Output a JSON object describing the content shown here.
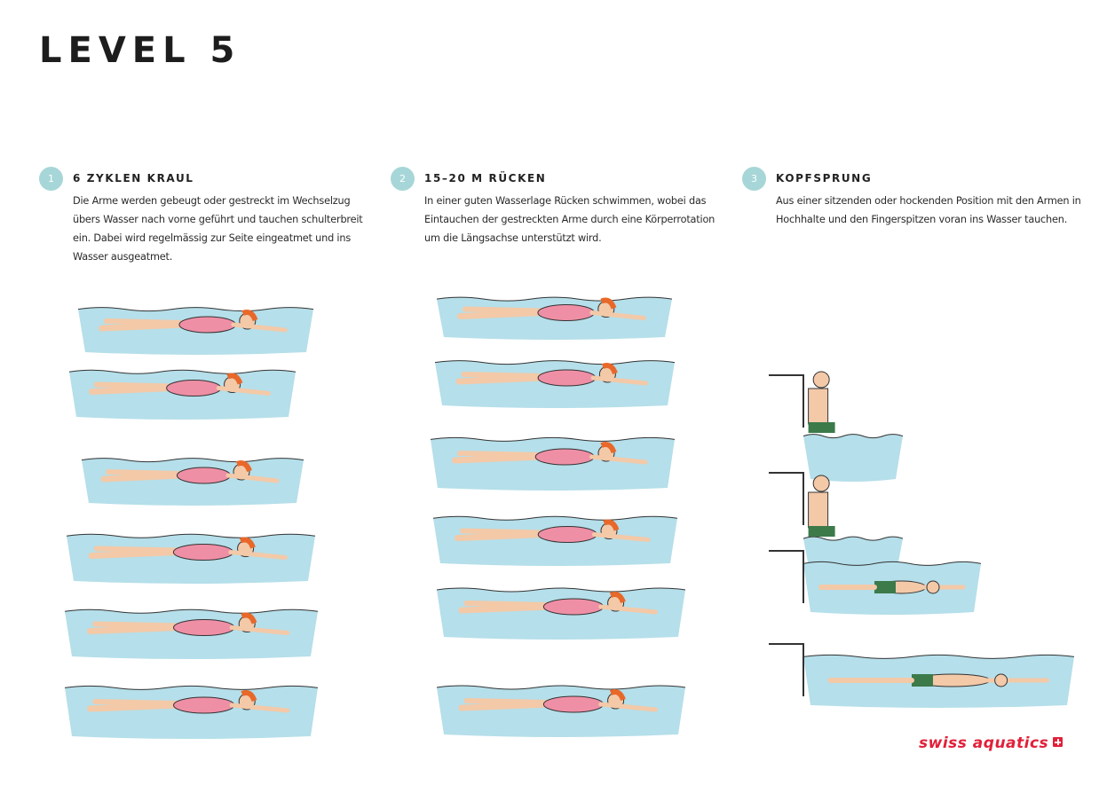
{
  "page": {
    "title": "LEVEL 5"
  },
  "sections": [
    {
      "number": "1",
      "heading": "6 ZYKLEN KRAUL",
      "description": "Die Arme werden gebeugt oder gestreckt im Wechselzug übers Wasser nach vorne geführt und tauchen schulterbreit ein. Dabei wird regelmässig zur Seite eingeatmet und ins Wasser ausgeatmet."
    },
    {
      "number": "2",
      "heading": "15–20 M RÜCKEN",
      "description": "In einer guten Wasserlage Rücken schwimmen, wobei das Eintauchen der gestreckten Arme durch eine Körperrotation um die Längsachse unterstützt wird."
    },
    {
      "number": "3",
      "heading": "KOPFSPRUNG",
      "description": "Aus einer sitzenden oder hockenden Position mit den Armen in Hochhalte und den Fingerspitzen voran ins Wasser tauchen."
    }
  ],
  "footer": {
    "logo": "swiss aquatics"
  },
  "colors": {
    "water": "#b5dfea",
    "swimsuit": "#ef8fa6",
    "badge": "#a7d6d8",
    "brand": "#e1203a",
    "trunks": "#3c7a4a",
    "hair": "#e8682a"
  }
}
